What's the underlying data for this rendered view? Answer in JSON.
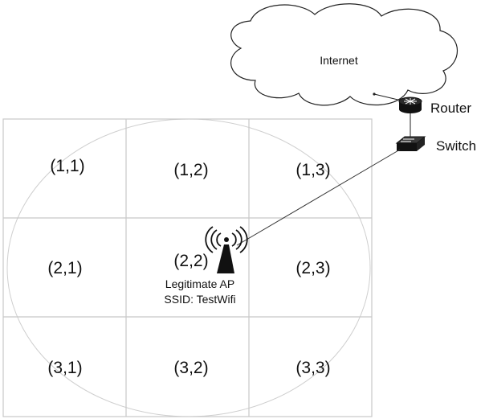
{
  "internet": {
    "label": "Internet"
  },
  "router": {
    "label": "Router"
  },
  "switch": {
    "label": "Switch"
  },
  "access_point": {
    "name": "Legitimate AP",
    "ssid": "SSID: TestWifi"
  },
  "grid": {
    "cells": [
      [
        "(1,1)",
        "(1,2)",
        "(1,3)"
      ],
      [
        "(2,1)",
        "(2,2)",
        "(2,3)"
      ],
      [
        "(3,1)",
        "(3,2)",
        "(3,3)"
      ]
    ]
  }
}
